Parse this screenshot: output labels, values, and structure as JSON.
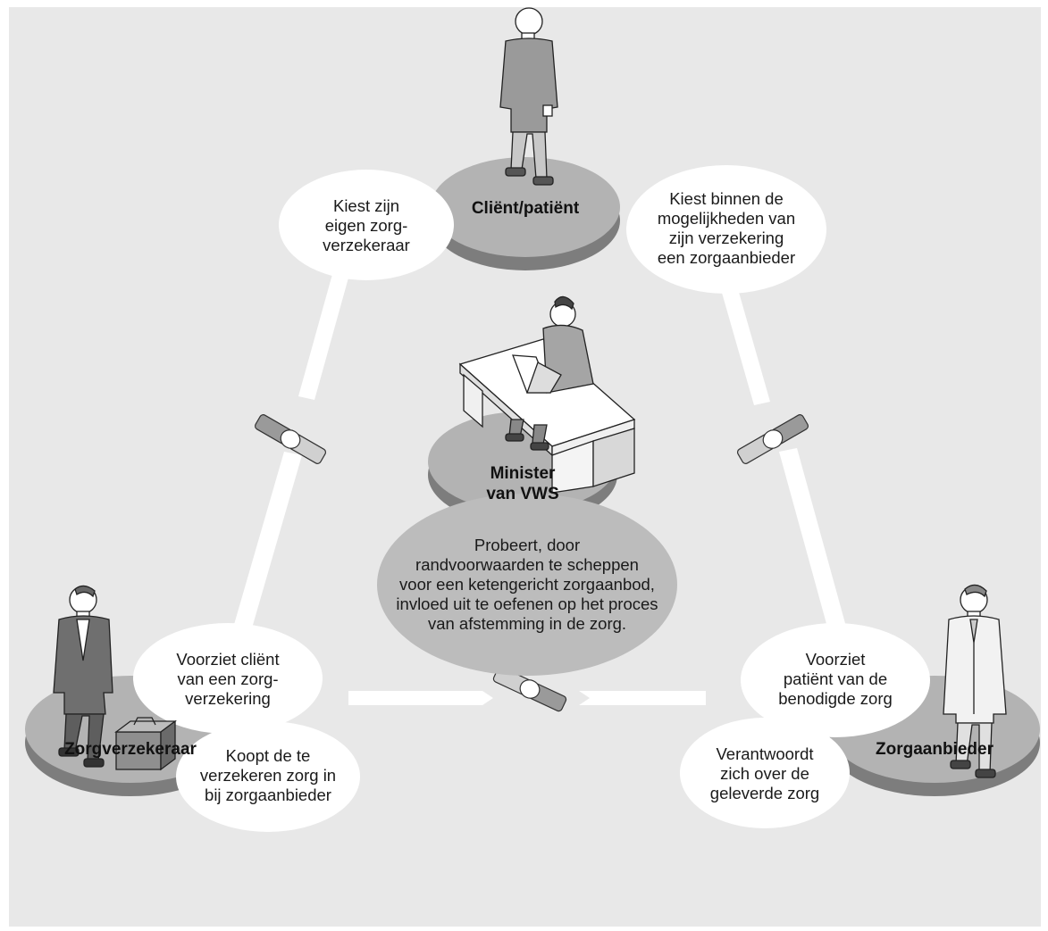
{
  "roles": {
    "client": "Cliënt/patiënt",
    "minister": "Minister\nvan VWS",
    "insurer": "Zorgverzekeraar",
    "provider": "Zorgaanbieder"
  },
  "bubbles": {
    "client_to_insurer": "Kiest zijn\neigen zorg-\nverzekeraar",
    "client_to_provider": "Kiest binnen de\nmogelijkheden van\nzijn verzekering\neen zorgaanbieder",
    "insurer_to_client": "Voorziet cliënt\nvan een zorg-\nverzekering",
    "provider_to_client": "Voorziet\npatiënt van de\nbenodigde zorg",
    "insurer_to_provider": "Koopt de te\nverzekeren zorg in\nbij zorgaanbieder",
    "provider_to_insurer": "Verantwoordt\nzich over de\ngeleverde zorg"
  },
  "minister_role": "Probeert, door\nrandvoorwaarden te scheppen\nvoor een ketengericht zorgaanbod,\ninvloed uit te oefenen op het proces\nvan afstemming in de zorg.",
  "colors": {
    "background": "#e8e8e8",
    "disc_top": "#b3b3b3",
    "disc_side": "#7d7d7d",
    "bubble": "#ffffff",
    "minister_ellipse": "#bcbcbc",
    "arrow": "#ffffff"
  },
  "icons": [
    "person-client-icon",
    "person-minister-icon",
    "desk-icon",
    "person-insurer-icon",
    "briefcase-icon",
    "person-provider-icon",
    "handshake-icon"
  ]
}
